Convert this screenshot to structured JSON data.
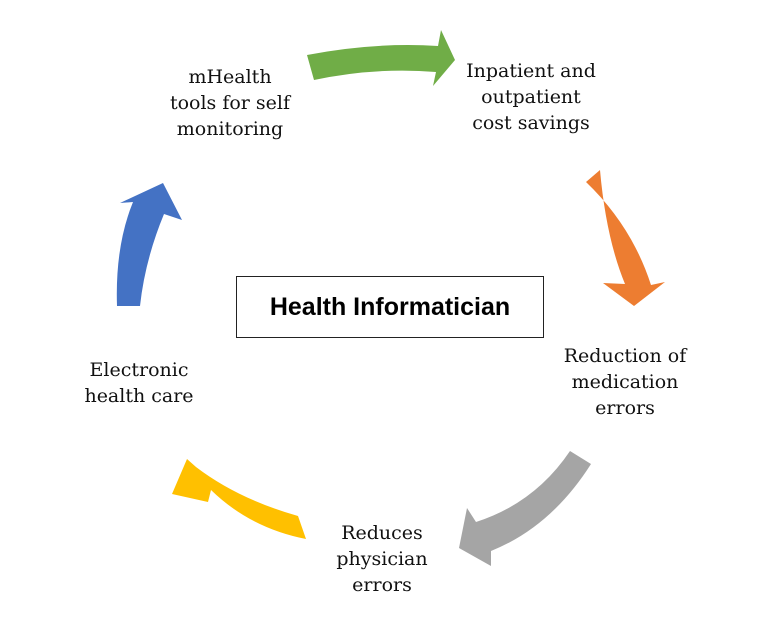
{
  "center": {
    "title": "Health Informatician"
  },
  "nodes": [
    {
      "lines": [
        "mHealth",
        "tools for self",
        "monitoring"
      ]
    },
    {
      "lines": [
        "Inpatient and",
        "outpatient",
        "cost savings"
      ]
    },
    {
      "lines": [
        "Reduction of",
        "medication",
        "errors"
      ]
    },
    {
      "lines": [
        "Reduces",
        "physician",
        "errors"
      ]
    },
    {
      "lines": [
        "Electronic",
        "health care"
      ]
    }
  ],
  "colors": {
    "arrow_green": "#70AD47",
    "arrow_orange": "#ED7D31",
    "arrow_gray": "#A5A5A5",
    "arrow_yellow": "#FFC000",
    "arrow_blue": "#4472C4"
  }
}
